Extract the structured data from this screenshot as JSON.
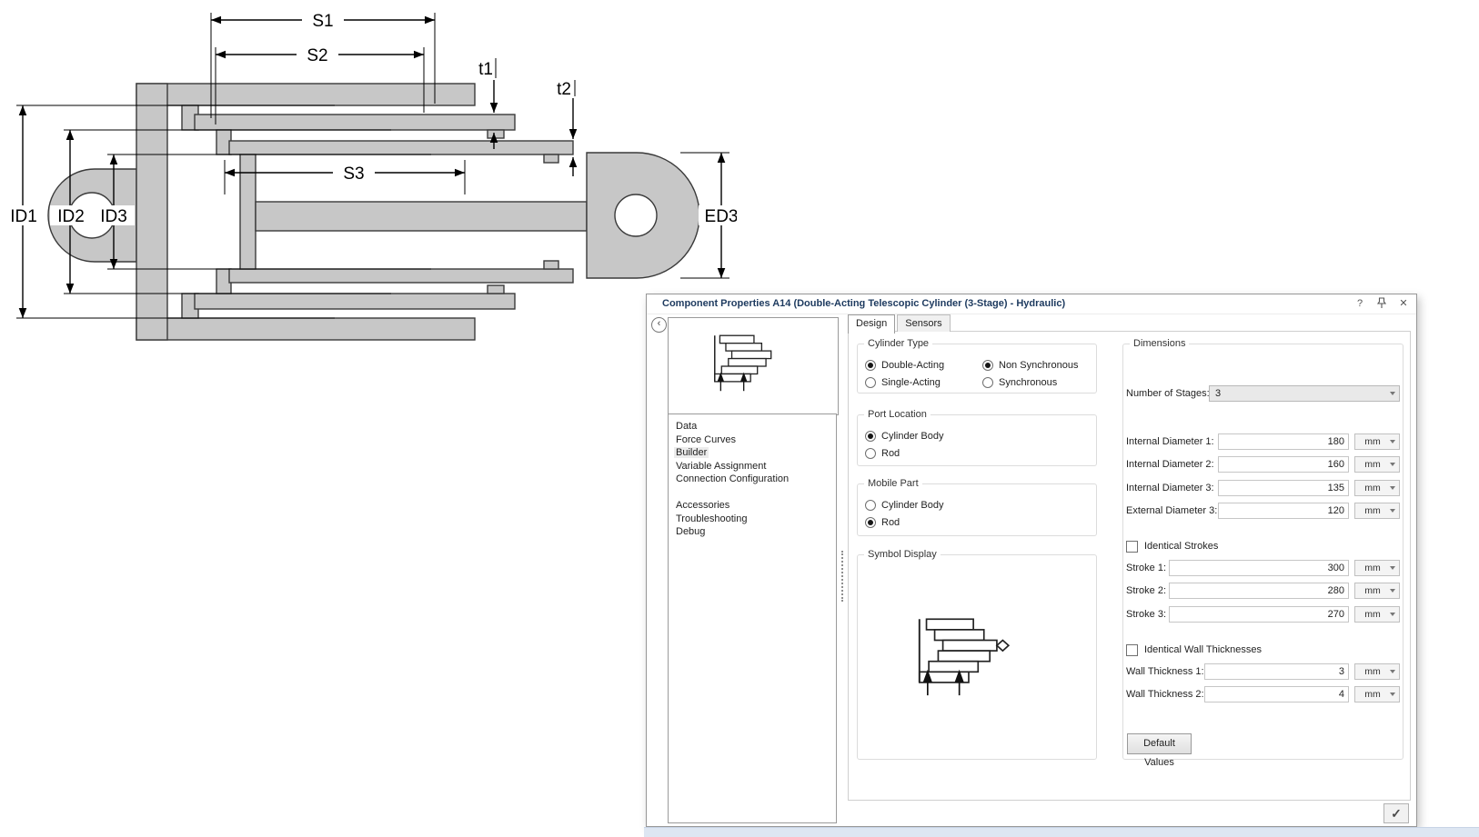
{
  "diagram": {
    "labels": {
      "s1": "S1",
      "s2": "S2",
      "s3": "S3",
      "t1": "t1",
      "t2": "t2",
      "id1": "ID1",
      "id2": "ID2",
      "id3": "ID3",
      "ed3": "ED3"
    }
  },
  "dialog": {
    "title": "Component Properties A14 (Double-Acting Telescopic Cylinder (3-Stage) - Hydraulic)",
    "icons": {
      "back": "‹",
      "help": "?",
      "close": "✕",
      "confirm": "✓"
    },
    "tabs": {
      "design": "Design",
      "sensors": "Sensors"
    },
    "sidebar": {
      "items": [
        "Data",
        "Force Curves",
        "Builder",
        "Variable Assignment",
        "Connection Configuration",
        "Accessories",
        "Troubleshooting",
        "Debug"
      ],
      "selected": "Builder"
    },
    "cylinder_type": {
      "label": "Cylinder Type",
      "double_acting": "Double-Acting",
      "single_acting": "Single-Acting",
      "non_synchronous": "Non Synchronous",
      "synchronous": "Synchronous",
      "selected": [
        "Double-Acting",
        "Non Synchronous"
      ]
    },
    "port_location": {
      "label": "Port Location",
      "cylinder_body": "Cylinder Body",
      "rod": "Rod",
      "selected": "Cylinder Body"
    },
    "mobile_part": {
      "label": "Mobile Part",
      "cylinder_body": "Cylinder Body",
      "rod": "Rod",
      "selected": "Rod"
    },
    "symbol_display": {
      "label": "Symbol Display"
    },
    "dimensions": {
      "label": "Dimensions",
      "stages_label": "Number of Stages:",
      "stages_value": "3",
      "fields": [
        {
          "label": "Internal Diameter 1:",
          "value": "180",
          "unit": "mm"
        },
        {
          "label": "Internal Diameter 2:",
          "value": "160",
          "unit": "mm"
        },
        {
          "label": "Internal Diameter 3:",
          "value": "135",
          "unit": "mm"
        },
        {
          "label": "External Diameter 3:",
          "value": "120",
          "unit": "mm"
        },
        {
          "label": "Stroke 1:",
          "value": "300",
          "unit": "mm"
        },
        {
          "label": "Stroke 2:",
          "value": "280",
          "unit": "mm"
        },
        {
          "label": "Stroke 3:",
          "value": "270",
          "unit": "mm"
        },
        {
          "label": "Wall Thickness 1:",
          "value": "3",
          "unit": "mm"
        },
        {
          "label": "Wall Thickness 2:",
          "value": "4",
          "unit": "mm"
        }
      ],
      "identical_strokes": {
        "label": "Identical Strokes",
        "checked": false
      },
      "identical_wall": {
        "label": "Identical Wall Thicknesses",
        "checked": false
      },
      "default_button": "Default Values"
    }
  }
}
